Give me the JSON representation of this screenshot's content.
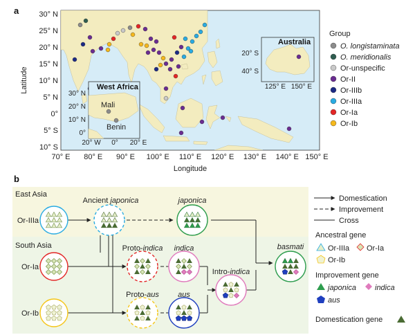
{
  "panel_a": {
    "letter": "a",
    "x_axis_label": "Longitude",
    "y_axis_label": "Latitude",
    "x_ticks": [
      "70° E",
      "80° E",
      "90° E",
      "100° E",
      "110° E",
      "120° E",
      "130° E",
      "140° E",
      "150° E"
    ],
    "y_ticks": [
      "30° N",
      "25° N",
      "20° N",
      "15° N",
      "10° N",
      "5° N",
      "0°",
      "5° S",
      "10° S"
    ],
    "inset_west_africa": {
      "title": "West Africa",
      "y_ticks": [
        "30° N",
        "20° N",
        "10° N",
        "0°"
      ],
      "x_ticks": [
        "20° W",
        "0°",
        "20° E"
      ],
      "places": [
        "Mali",
        "Benin"
      ]
    },
    "inset_australia": {
      "title": "Australia",
      "y_ticks": [
        "20° S",
        "40° S"
      ],
      "x_ticks": [
        "125° E",
        "150° E"
      ]
    },
    "legend": {
      "title": "Group",
      "items": [
        {
          "label": "O. longistaminata",
          "color": "#8c8c8c",
          "italic": true
        },
        {
          "label": "O. meridionalis",
          "color": "#2f5d50",
          "italic": true
        },
        {
          "label": "Or-unspecific",
          "color": "#c9c9c9",
          "italic": false
        },
        {
          "label": "Or-II",
          "color": "#6a2c91",
          "italic": false
        },
        {
          "label": "Or-IIIb",
          "color": "#1c2a85",
          "italic": false
        },
        {
          "label": "Or-IIIa",
          "color": "#29abe2",
          "italic": false
        },
        {
          "label": "Or-Ia",
          "color": "#e32626",
          "italic": false
        },
        {
          "label": "Or-Ib",
          "color": "#f5b81c",
          "italic": false
        }
      ]
    },
    "colors": {
      "sea": "#d6ecf7",
      "land": "#f3ecbf"
    }
  },
  "panel_b": {
    "letter": "b",
    "regions": {
      "east_asia": "East Asia",
      "south_asia": "South Asia"
    },
    "sources": [
      "Or-IIIa",
      "Or-Ia",
      "Or-Ib"
    ],
    "nodes": {
      "ancient_prefix": "Ancient ",
      "ancient_italic": "japonica",
      "japonica": "japonica",
      "proto_indica_prefix": "Proto-",
      "proto_indica_italic": "indica",
      "indica": "indica",
      "proto_aus_prefix": "Proto-",
      "proto_aus_italic": "aus",
      "aus": "aus",
      "intro_indica_prefix": "Intro-",
      "intro_indica_italic": "indica",
      "basmati": "basmati"
    },
    "legend": {
      "arrows": [
        "Domestication",
        "Improvement",
        "Cross"
      ],
      "ancestral_title": "Ancestral gene",
      "ancestral_items": [
        "Or-IIIa",
        "Or-Ia",
        "Or-Ib"
      ],
      "improvement_title": "Improvement gene",
      "improvement_items": [
        "japonica",
        "indica",
        "aus"
      ],
      "domestication_title": "Domestication gene"
    },
    "colors": {
      "east_band": "#f7f6df",
      "south_band": "#eef5e6",
      "or3a": "#29abe2",
      "or1a": "#e32626",
      "or1b": "#f5c518",
      "japonica": "#2e9d4e",
      "indica": "#e07bbd",
      "aus": "#1f3fbf"
    }
  }
}
